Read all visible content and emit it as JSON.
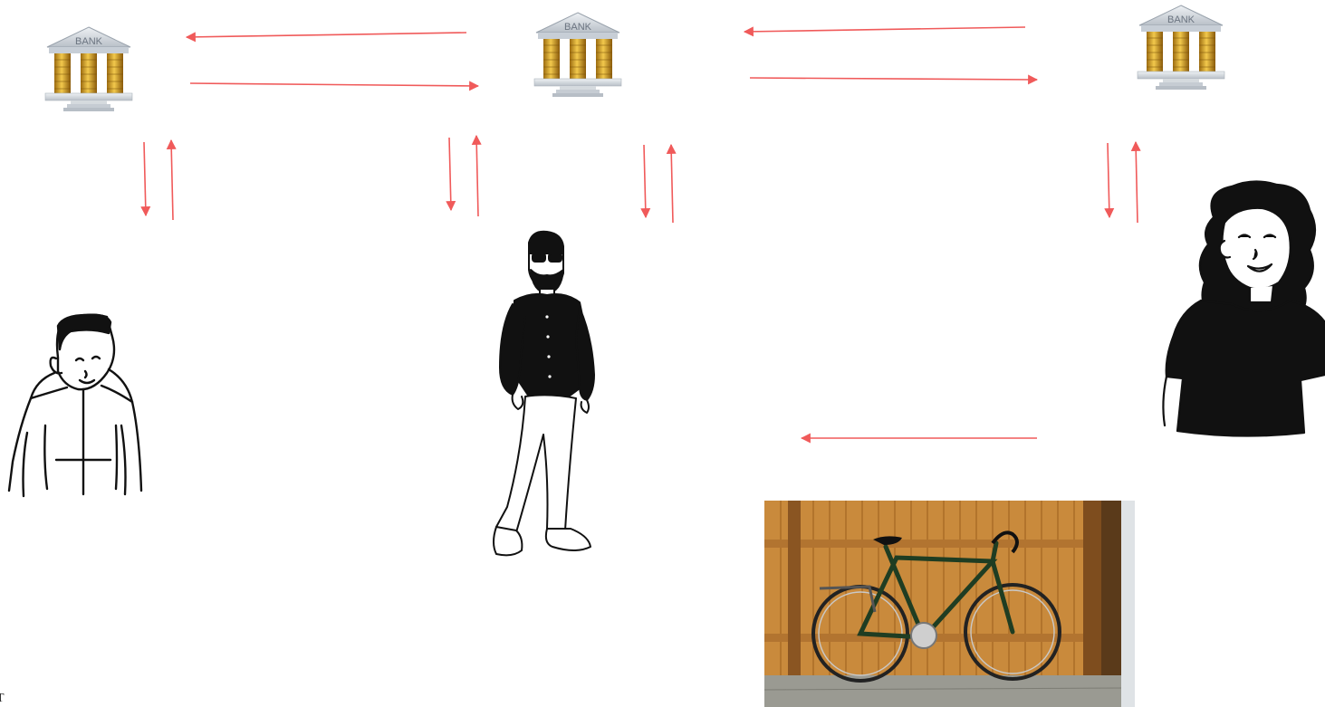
{
  "colors": {
    "arrow": "#f05a5a",
    "gold": "#d9a520",
    "bank_stone": "#d9dde2",
    "fence": "#c98a3c",
    "bike_frame": "#1f3d22"
  },
  "nodes": {
    "bank_left": {
      "icon": "bank-icon",
      "text": "BANK"
    },
    "bank_middle": {
      "icon": "bank-icon",
      "text": "BANK"
    },
    "bank_right": {
      "icon": "bank-icon",
      "text": "BANK"
    },
    "person_left": {
      "icon": "hoodie-person-icon"
    },
    "person_middle": {
      "icon": "bearded-man-icon"
    },
    "person_right": {
      "icon": "curly-hair-woman-icon"
    },
    "item": {
      "icon": "bicycle-photo"
    }
  },
  "corner_label": "T"
}
